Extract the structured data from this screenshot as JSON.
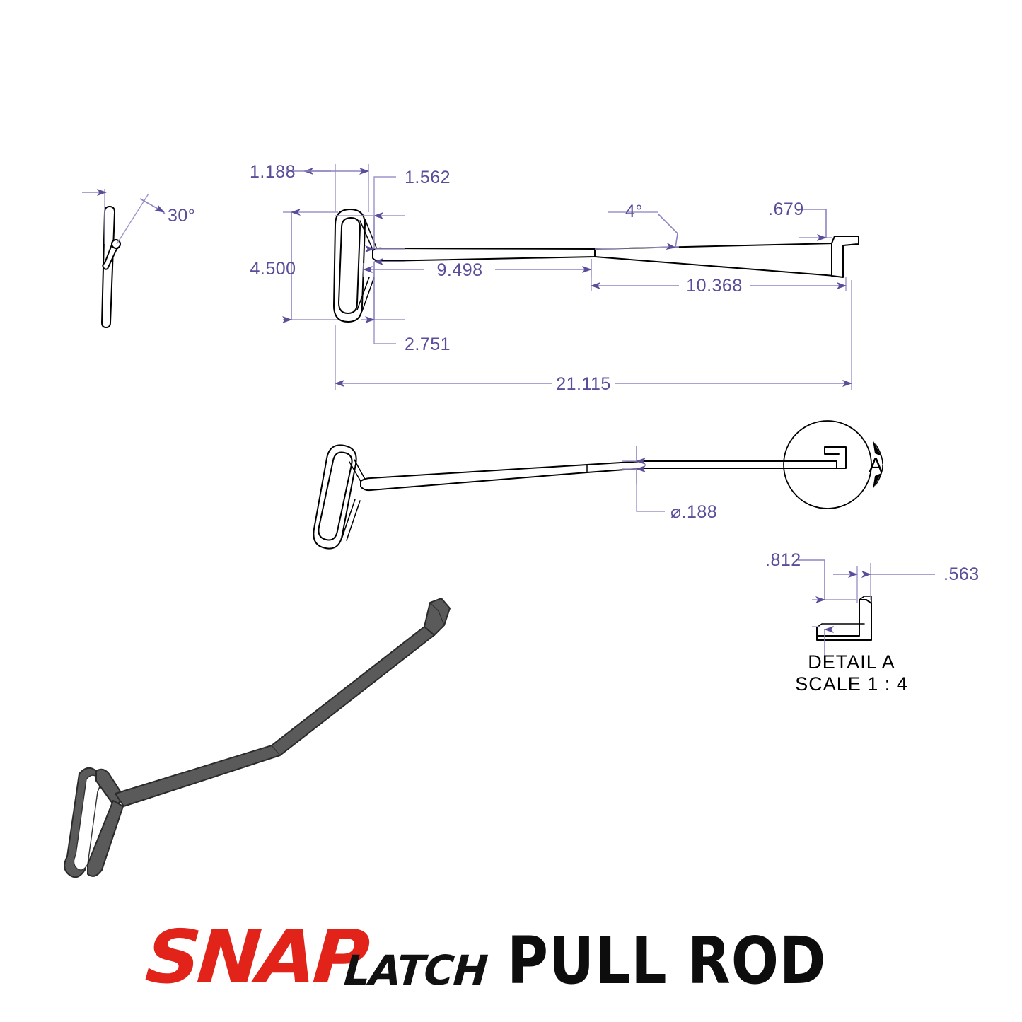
{
  "sheet": {
    "background_color": "#ffffff",
    "dimension_color": "#5b4d9a",
    "outline_color": "#000000",
    "iso_fill_color": "#5a5a5a"
  },
  "views": {
    "end_view": {
      "name": "end-view-left",
      "angle_label": "30°"
    },
    "top_view": {
      "name": "front-elevation-view",
      "dimensions": {
        "offset_left": "1.188",
        "shoulder_upper": "1.562",
        "handle_height": "4.500",
        "shoulder_lower": "2.751",
        "straight_length": "9.498",
        "taper_angle": "4°",
        "taper_length": "10.368",
        "hook_height": ".679",
        "overall_length": "21.115"
      }
    },
    "mid_view": {
      "name": "side-elevation-view",
      "dimensions": {
        "rod_diameter": "⌀.188"
      },
      "detail_marker": "A"
    },
    "detail_view": {
      "name": "detail-a-view",
      "title": "DETAIL A",
      "scale": "SCALE 1 : 4",
      "dimensions": {
        "hook_leg_height": ".812",
        "hook_lip_width": ".563"
      }
    },
    "iso_view": {
      "name": "isometric-view"
    }
  },
  "logo": {
    "brand_primary": "SNAP",
    "brand_secondary": "LATCH",
    "product_name": "PULL ROD",
    "brand_primary_color": "#e2231a",
    "brand_secondary_color": "#111111",
    "product_name_color": "#0d0d0d"
  }
}
